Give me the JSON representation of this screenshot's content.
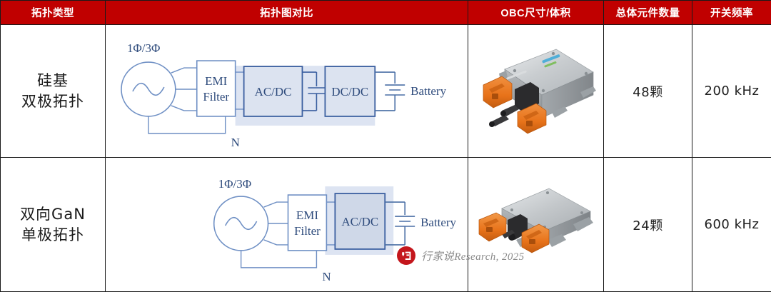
{
  "table": {
    "headers": [
      {
        "label": "拓扑类型",
        "name": "header-topology-type"
      },
      {
        "label": "拓扑图对比",
        "name": "header-topology-diagram"
      },
      {
        "label": "OBC尺寸/体积",
        "name": "header-obc-size"
      },
      {
        "label": "总体元件数量",
        "name": "header-component-count"
      },
      {
        "label": "开关频率",
        "name": "header-switching-frequency"
      }
    ],
    "rows": [
      {
        "type_line1": "硅基",
        "type_line2": "双极拓扑",
        "component_count": "48颗",
        "switching_frequency": "200 kHz",
        "diagram": {
          "source_label": "1Φ/3Φ",
          "neutral_label": "N",
          "emi_line1": "EMI",
          "emi_line2": "Filter",
          "stage1": "AC/DC",
          "stage2": "DC/DC",
          "battery_label": "Battery"
        }
      },
      {
        "type_line1": "双向GaN",
        "type_line2": "单极拓扑",
        "component_count": "24颗",
        "switching_frequency": "600 kHz",
        "diagram": {
          "source_label": "1Φ/3Φ",
          "neutral_label": "N",
          "emi_line1": "EMI",
          "emi_line2": "Filter",
          "stage1": "AC/DC",
          "battery_label": "Battery"
        }
      }
    ]
  },
  "watermark": {
    "logo_name": "hangjiashuo-logo-icon",
    "text": "行家说Research, 2025"
  },
  "colors": {
    "header_red": "#C00000",
    "diagram_line": "#4A6FA5",
    "diagram_text": "#2E4B7C",
    "block_fill": "#DCE3F0",
    "block_fill_dark": "#CFD8E8",
    "highlight_band": "#DDE4F2",
    "grid_line": "#1a1a1a",
    "watermark_red": "#C4161C",
    "watermark_gray": "#8a8a8a",
    "connector_orange": "#E8731A",
    "case_silver": "#C9CDD0"
  }
}
